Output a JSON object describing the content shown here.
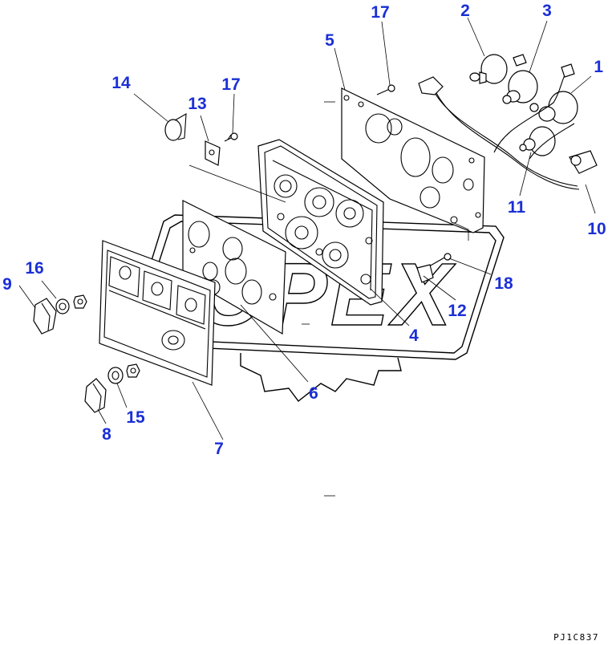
{
  "diagram": {
    "callouts": [
      {
        "id": "c1",
        "text": "1"
      },
      {
        "id": "c2",
        "text": "2"
      },
      {
        "id": "c3",
        "text": "3"
      },
      {
        "id": "c4",
        "text": "4"
      },
      {
        "id": "c5",
        "text": "5"
      },
      {
        "id": "c6",
        "text": "6"
      },
      {
        "id": "c7",
        "text": "7"
      },
      {
        "id": "c8",
        "text": "8"
      },
      {
        "id": "c9",
        "text": "9"
      },
      {
        "id": "c10",
        "text": "10"
      },
      {
        "id": "c11",
        "text": "11"
      },
      {
        "id": "c12",
        "text": "12"
      },
      {
        "id": "c13",
        "text": "13"
      },
      {
        "id": "c14",
        "text": "14"
      },
      {
        "id": "c15",
        "text": "15"
      },
      {
        "id": "c16",
        "text": "16"
      },
      {
        "id": "c17a",
        "text": "17"
      },
      {
        "id": "c17b",
        "text": "17"
      },
      {
        "id": "c18",
        "text": "18"
      }
    ],
    "drawing_code": "PJ1C837",
    "watermark_text": "OPEX",
    "callout_color": "#1a2fd6"
  }
}
